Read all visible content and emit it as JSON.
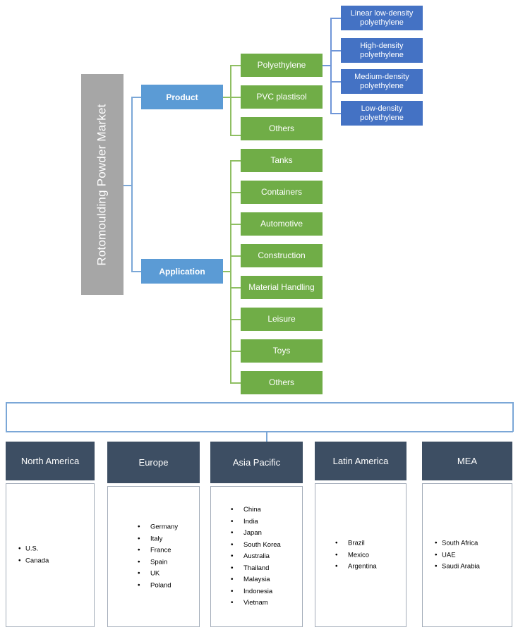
{
  "diagram": {
    "root": {
      "label": "Rotomoulding Powder Market"
    },
    "branches": [
      {
        "key": "product",
        "label": "Product"
      },
      {
        "key": "application",
        "label": "Application"
      }
    ],
    "product_items": [
      {
        "label": "Polyethylene"
      },
      {
        "label": "PVC plastisol"
      },
      {
        "label": "Others"
      }
    ],
    "polyethylene_types": [
      {
        "label": "Linear low-density polyethylene"
      },
      {
        "label": "High-density polyethylene"
      },
      {
        "label": "Medium-density polyethylene"
      },
      {
        "label": "Low-density polyethylene"
      }
    ],
    "application_items": [
      {
        "label": "Tanks"
      },
      {
        "label": "Containers"
      },
      {
        "label": "Automotive"
      },
      {
        "label": "Construction"
      },
      {
        "label": "Material Handling"
      },
      {
        "label": "Leisure"
      },
      {
        "label": "Toys"
      },
      {
        "label": "Others"
      }
    ],
    "regions": [
      {
        "key": "north-america",
        "title": "North America",
        "countries": [
          "U.S.",
          "Canada"
        ]
      },
      {
        "key": "europe",
        "title": "Europe",
        "countries": [
          "Germany",
          "Italy",
          "France",
          "Spain",
          "UK",
          "Poland"
        ]
      },
      {
        "key": "asia-pacific",
        "title": "Asia Pacific",
        "countries": [
          "China",
          "India",
          "Japan",
          "South Korea",
          "Australia",
          "Thailand",
          "Malaysia",
          "Indonesia",
          "Vietnam"
        ]
      },
      {
        "key": "latin-america",
        "title": "Latin America",
        "countries": [
          "Brazil",
          "Mexico",
          "Argentina"
        ]
      },
      {
        "key": "mea",
        "title": "MEA",
        "countries": [
          "South Africa",
          "UAE",
          "Saudi Arabia"
        ]
      }
    ],
    "colors": {
      "root": "#a6a6a6",
      "branch": "#5b9bd5",
      "leaf_green": "#70ad47",
      "leaf_blue": "#4472c4",
      "region_header": "#3d4e63",
      "connector_blue": "#7ba7d7",
      "connector_green": "#8fbf63"
    }
  }
}
